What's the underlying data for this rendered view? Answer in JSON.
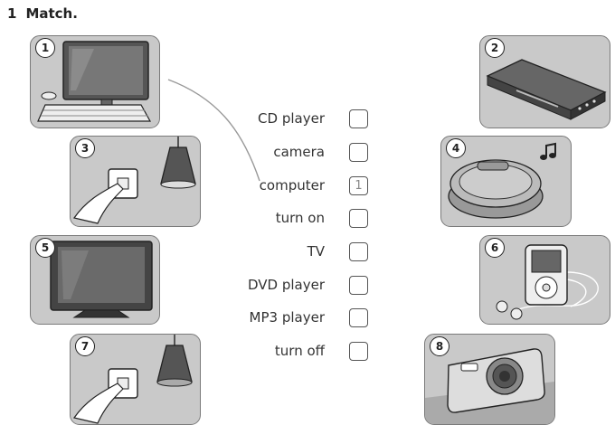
{
  "exercise": {
    "number": "1",
    "instruction": "Match."
  },
  "words": [
    "CD player",
    "camera",
    "computer",
    "turn on",
    "TV",
    "DVD player",
    "MP3 player",
    "turn off"
  ],
  "answers": [
    "",
    "",
    "1",
    "",
    "",
    "",
    "",
    ""
  ],
  "pictures": [
    {
      "label": "1",
      "icon": "computer-icon"
    },
    {
      "label": "2",
      "icon": "dvd-player-icon"
    },
    {
      "label": "3",
      "icon": "light-switch-on-icon"
    },
    {
      "label": "4",
      "icon": "cd-player-icon"
    },
    {
      "label": "5",
      "icon": "tv-icon"
    },
    {
      "label": "6",
      "icon": "mp3-player-icon"
    },
    {
      "label": "7",
      "icon": "light-switch-off-icon"
    },
    {
      "label": "8",
      "icon": "camera-icon"
    }
  ]
}
